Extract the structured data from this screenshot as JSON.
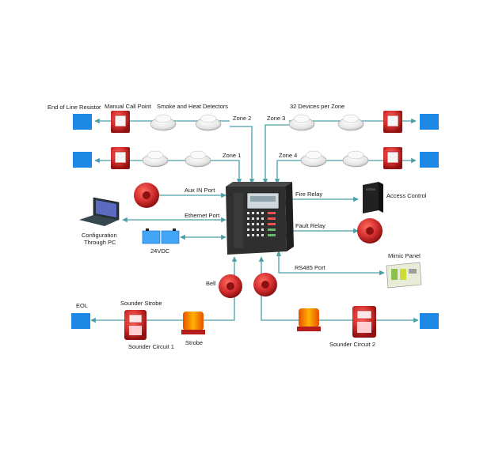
{
  "labels": {
    "end_of_line_resistor": "End of Line Resistor",
    "manual_call_point": "Manual Call Point",
    "smoke_heat_detectors": "Smoke and Heat Detectors",
    "devices_per_zone": "32 Devices per Zone",
    "zone1": "Zone 1",
    "zone2": "Zone 2",
    "zone3": "Zone 3",
    "zone4": "Zone 4",
    "aux_in_port": "Aux IN Port",
    "ethernet_port": "Ethernet Port",
    "fire_relay": "Fire Relay",
    "access_control": "Access Control",
    "fault_relay": "Fault Relay",
    "config_line1": "Configuration",
    "config_line2": "Through PC",
    "power_24vdc": "24VDC",
    "rs485_port": "RS485 Port",
    "mimic_panel": "Mimic Panel",
    "bell": "Bell",
    "eol": "EOL",
    "sounder_strobe": "Sounder Strobe",
    "sounder_circuit_1": "Sounder Circuit 1",
    "strobe": "Strobe",
    "sounder_circuit_2": "Sounder Circuit 2"
  },
  "colors": {
    "line": "#4a9fa6",
    "eol_box": "#1e88e5",
    "device_red": "#d32f2f",
    "panel_dark": "#3b3b3b",
    "strobe_amber": "#ff8f00"
  }
}
